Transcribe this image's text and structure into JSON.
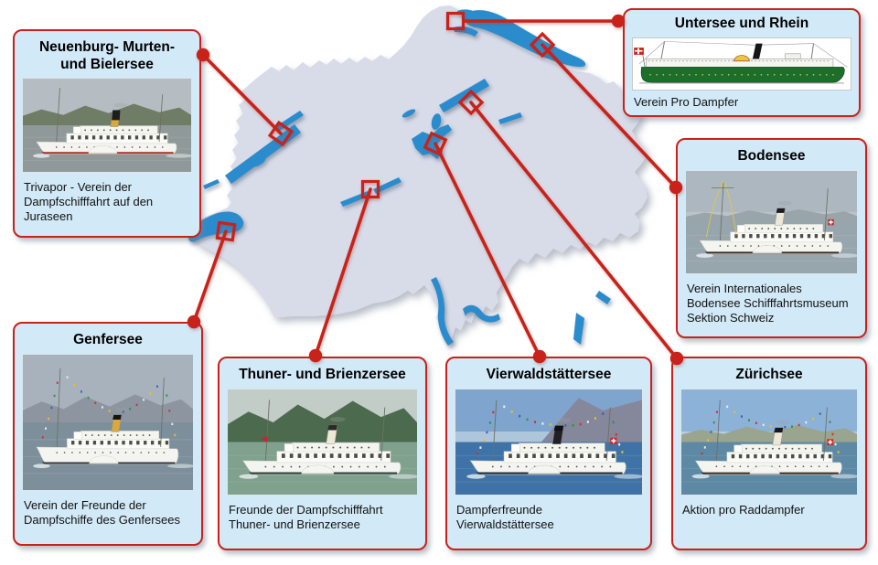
{
  "colors": {
    "red": "#c8221a",
    "box_fill": "#d2e9f7",
    "land": "#d8dbe8",
    "lake": "#2b8ccd",
    "text": "#111111",
    "background": "#ffffff"
  },
  "boxes": [
    {
      "id": "neuenburg",
      "title_lines": [
        "Neuenburg- Murten-",
        "und Bielersee"
      ],
      "caption_lines": [
        "Trivapor - Verein der",
        "Dampfschifffahrt auf den",
        "Juraseen"
      ],
      "image": {
        "style": "photo",
        "sky": "#b5bdc2",
        "haze": "#ccd3d4",
        "hills": "#6f7c66",
        "hillamp": 1,
        "water": "#90999a",
        "hull": "#a03028",
        "funnel": "#d8a93c",
        "funnelTop": "#1d1d1d",
        "topH": 12
      }
    },
    {
      "id": "untersee",
      "title_lines": [
        "Untersee und Rhein"
      ],
      "caption_lines": [
        "Verein Pro Dampfer"
      ],
      "image": {
        "style": "drawing",
        "hullGreen": "#1d6e2b",
        "funnel": "#151515",
        "flag": "#ce2418"
      }
    },
    {
      "id": "bodensee",
      "title_lines": [
        "Bodensee"
      ],
      "caption_lines": [
        "Verein Internationales",
        "Bodensee Schifffahrtsmuseum",
        "Sektion Schweiz"
      ],
      "image": {
        "style": "photo",
        "sky": "#adb7c0",
        "haze": "#c6cdd2",
        "hills": "#9aa4ab",
        "hillamp": 0.55,
        "water": "#97a5ad",
        "hull": "#3a2b20",
        "funnel": "#ebe8d9",
        "funnelTop": "#1b1b1b",
        "garland": "streamers",
        "flag": "#c03028"
      }
    },
    {
      "id": "genfersee",
      "title_lines": [
        "Genfersee"
      ],
      "caption_lines": [
        "Verein der Freunde der",
        "Dampfschiffe des Genfersees"
      ],
      "image": {
        "style": "photo",
        "sky": "#a7b2bd",
        "haze": "#c3ccd3",
        "hills": "#8c95a0",
        "hillamp": 0.9,
        "water": "#7e8f9c",
        "hull": "#33343a",
        "funnel": "#d9a83e",
        "funnelTop": "#141414",
        "garland": "flags"
      }
    },
    {
      "id": "thunersee",
      "title_lines": [
        "Thuner- und Brienzersee"
      ],
      "caption_lines": [
        "Freunde der Dampfschifffahrt",
        "Thuner- und Brienzersee"
      ],
      "image": {
        "style": "photo",
        "sky": "#c2cdc8",
        "hills": "#4c6b4e",
        "hillamp": 1.7,
        "water": "#7fa18d",
        "hull": "#31443c",
        "funnel": "#eee8d8",
        "funnelTop": "#2a2a2a",
        "pennant": true
      }
    },
    {
      "id": "vierwaldstaettersee",
      "title_lines": [
        "Vierwaldstättersee"
      ],
      "caption_lines": [
        "Dampferfreunde",
        "Vierwaldstättersee"
      ],
      "image": {
        "style": "photo",
        "sky": "#7fa5ce",
        "haze": "#d5e1e7",
        "mountain": "#85879a",
        "water": "#3f73a7",
        "hull": "#232f3b",
        "funnel": "#202024",
        "funnelTop": "#101014",
        "garland": "flags",
        "flag": "#d5251d"
      }
    },
    {
      "id": "zuerichsee",
      "title_lines": [
        "Zürichsee"
      ],
      "caption_lines": [
        "Aktion pro Raddampfer"
      ],
      "image": {
        "style": "photo",
        "sky": "#8db2d7",
        "haze": "#d7e3e9",
        "hills": "#99a58f",
        "hillamp": 0.7,
        "water": "#5d89a5",
        "hull": "#3f2e26",
        "funnel": "#ebe8da",
        "funnelTop": "#17171a",
        "garland": "flags",
        "flag": "#d5251d"
      }
    }
  ]
}
